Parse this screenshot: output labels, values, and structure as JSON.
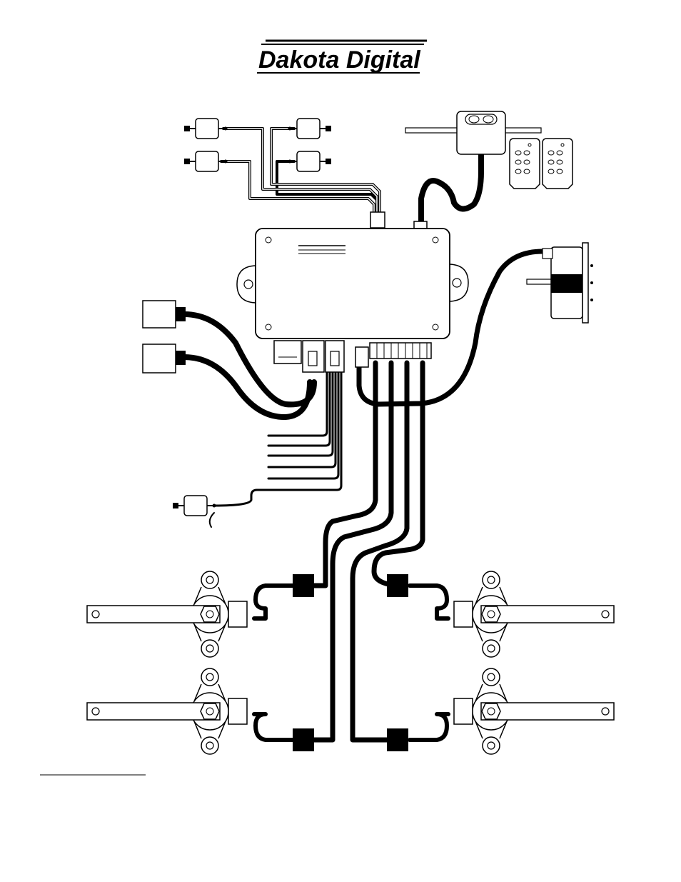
{
  "brand": {
    "logo_text": "Dakota Digital"
  },
  "components": {
    "control_module": "control-module",
    "valves_top": [
      "valve-1",
      "valve-2",
      "valve-3",
      "valve-4"
    ],
    "relay_connectors": [
      "relay-connector-1",
      "relay-connector-2"
    ],
    "wire_leads": [
      "lead-1",
      "lead-2",
      "lead-3",
      "lead-4",
      "lead-5",
      "lead-6"
    ],
    "remote_receiver": "remote-receiver",
    "key_fobs": [
      "key-fob-1",
      "key-fob-2"
    ],
    "gauge": "dash-gauge",
    "ride_height_sensors": [
      "sensor-front-left",
      "sensor-front-right",
      "sensor-rear-left",
      "sensor-rear-right"
    ]
  },
  "colors": {
    "line": "#000000",
    "fill": "#ffffff"
  }
}
